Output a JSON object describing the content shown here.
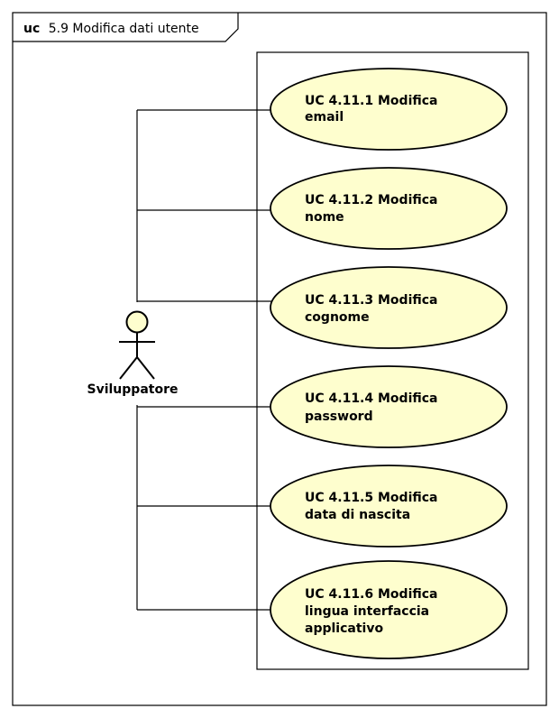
{
  "frame": {
    "keyword": "uc",
    "title": "5.9 Modifica dati utente"
  },
  "actor": {
    "name": "Sviluppatore"
  },
  "use_cases": [
    {
      "lines": [
        "UC 4.11.1  Modifica",
        "email"
      ]
    },
    {
      "lines": [
        "UC 4.11.2  Modifica",
        "nome"
      ]
    },
    {
      "lines": [
        "UC 4.11.3  Modifica",
        "cognome"
      ]
    },
    {
      "lines": [
        "UC 4.11.4 Modifica",
        "password"
      ]
    },
    {
      "lines": [
        "UC 4.11.5  Modifica",
        "data di nascita"
      ]
    },
    {
      "lines": [
        "UC 4.11.6  Modifica",
        "lingua interfaccia",
        "applicativo"
      ]
    }
  ],
  "colors": {
    "use_case_fill": "#FEFECE",
    "actor_fill": "#FEFECE",
    "stroke": "#000000"
  }
}
